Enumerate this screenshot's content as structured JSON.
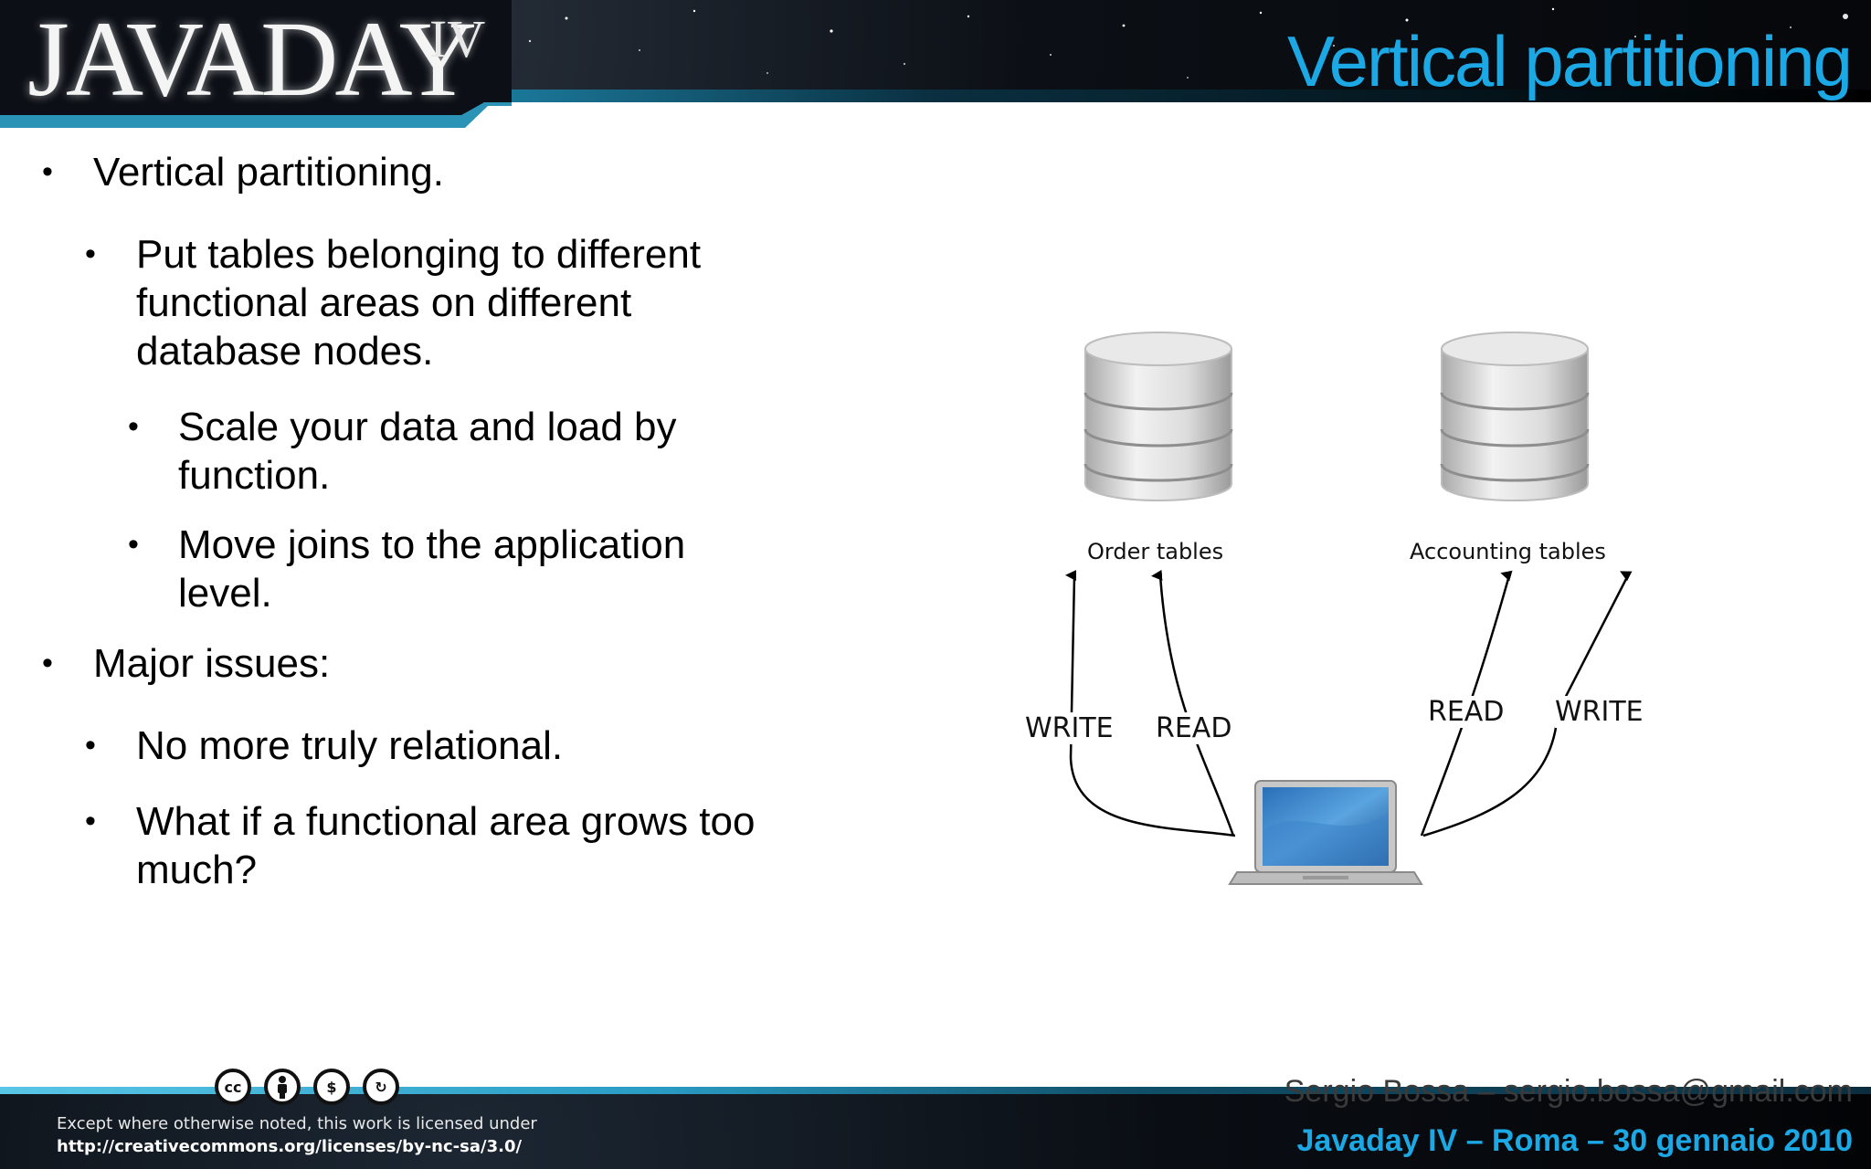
{
  "header": {
    "logo_text": "JAVADAY",
    "logo_numeral": "IV",
    "title": "Vertical partitioning"
  },
  "bullets": [
    {
      "level": 1,
      "text": "Vertical partitioning."
    },
    {
      "level": 2,
      "lines": [
        "Put tables belonging to different",
        "functional areas on different",
        "database nodes."
      ]
    },
    {
      "level": 3,
      "lines": [
        "Scale your data and load by",
        "function."
      ]
    },
    {
      "level": 3,
      "lines": [
        "Move joins to the application",
        "level."
      ]
    },
    {
      "level": 1,
      "text": "Major issues:"
    },
    {
      "level": 2,
      "text": "No more truly relational."
    },
    {
      "level": 2,
      "lines": [
        "What if a functional area grows too",
        "much?"
      ]
    }
  ],
  "diagram": {
    "db_left_label": "Order tables",
    "db_right_label": "Accounting tables",
    "arrow_labels": {
      "left_write": "WRITE",
      "left_read": "READ",
      "right_read": "READ",
      "right_write": "WRITE"
    },
    "icons": [
      "database-icon",
      "database-icon",
      "laptop-icon"
    ]
  },
  "footer": {
    "license_line_1": "Except where otherwise noted, this work is licensed under",
    "license_line_2": "http://creativecommons.org/licenses/by-nc-sa/3.0/",
    "cc_icons": [
      "cc",
      "by",
      "nc",
      "sa"
    ],
    "author": "Sergio Bossa – sergio.bossa@gmail.com",
    "event": "Javaday IV – Roma – 30 gennaio 2010"
  },
  "colors": {
    "accent": "#1ba8e4",
    "header_dark": "#0c1016",
    "glow": "#3ab6d8"
  }
}
